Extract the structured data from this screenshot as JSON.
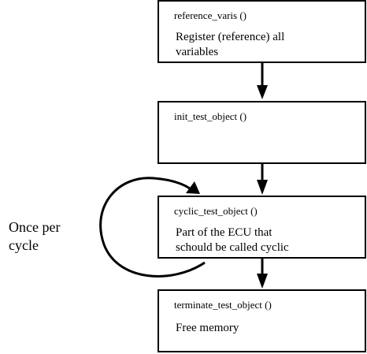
{
  "diagram": {
    "boxes": [
      {
        "id": "reference",
        "func": "reference_varis ()",
        "desc_lines": [
          "Register (reference) all",
          "variables"
        ]
      },
      {
        "id": "init",
        "func": "init_test_object ()",
        "desc_lines": []
      },
      {
        "id": "cyclic",
        "func": "cyclic_test_object ()",
        "desc_lines": [
          "Part of the ECU that",
          "schould be called cyclic"
        ]
      },
      {
        "id": "terminate",
        "func": "terminate_test_object ()",
        "desc_lines": [
          "Free memory"
        ]
      }
    ],
    "loop_label_lines": [
      "Once per",
      "cycle"
    ],
    "colors": {
      "stroke": "#000000",
      "background": "#ffffff"
    }
  }
}
